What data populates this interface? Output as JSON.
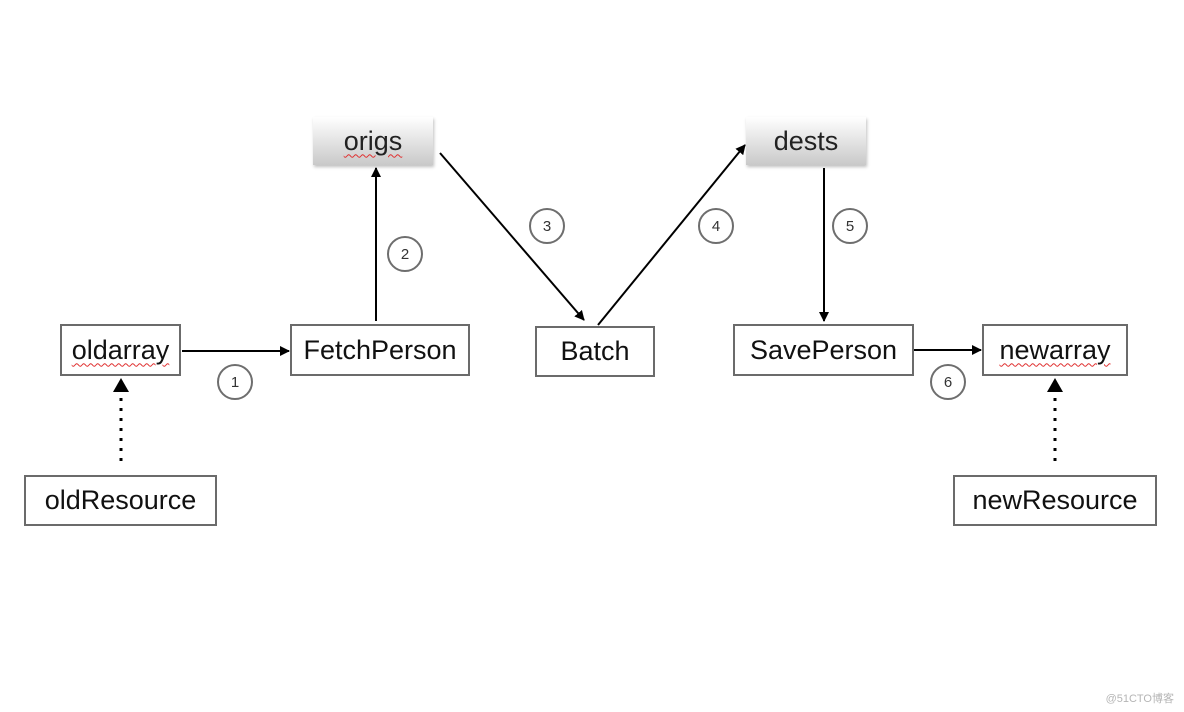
{
  "nodes": {
    "oldarray": "oldarray",
    "fetchperson": "FetchPerson",
    "batch": "Batch",
    "saveperson": "SavePerson",
    "newarray": "newarray",
    "oldresource": "oldResource",
    "newresource": "newResource"
  },
  "stores": {
    "origs": "origs",
    "dests": "dests"
  },
  "steps": [
    "1",
    "2",
    "3",
    "4",
    "5",
    "6"
  ],
  "watermark": "@51CTO博客"
}
